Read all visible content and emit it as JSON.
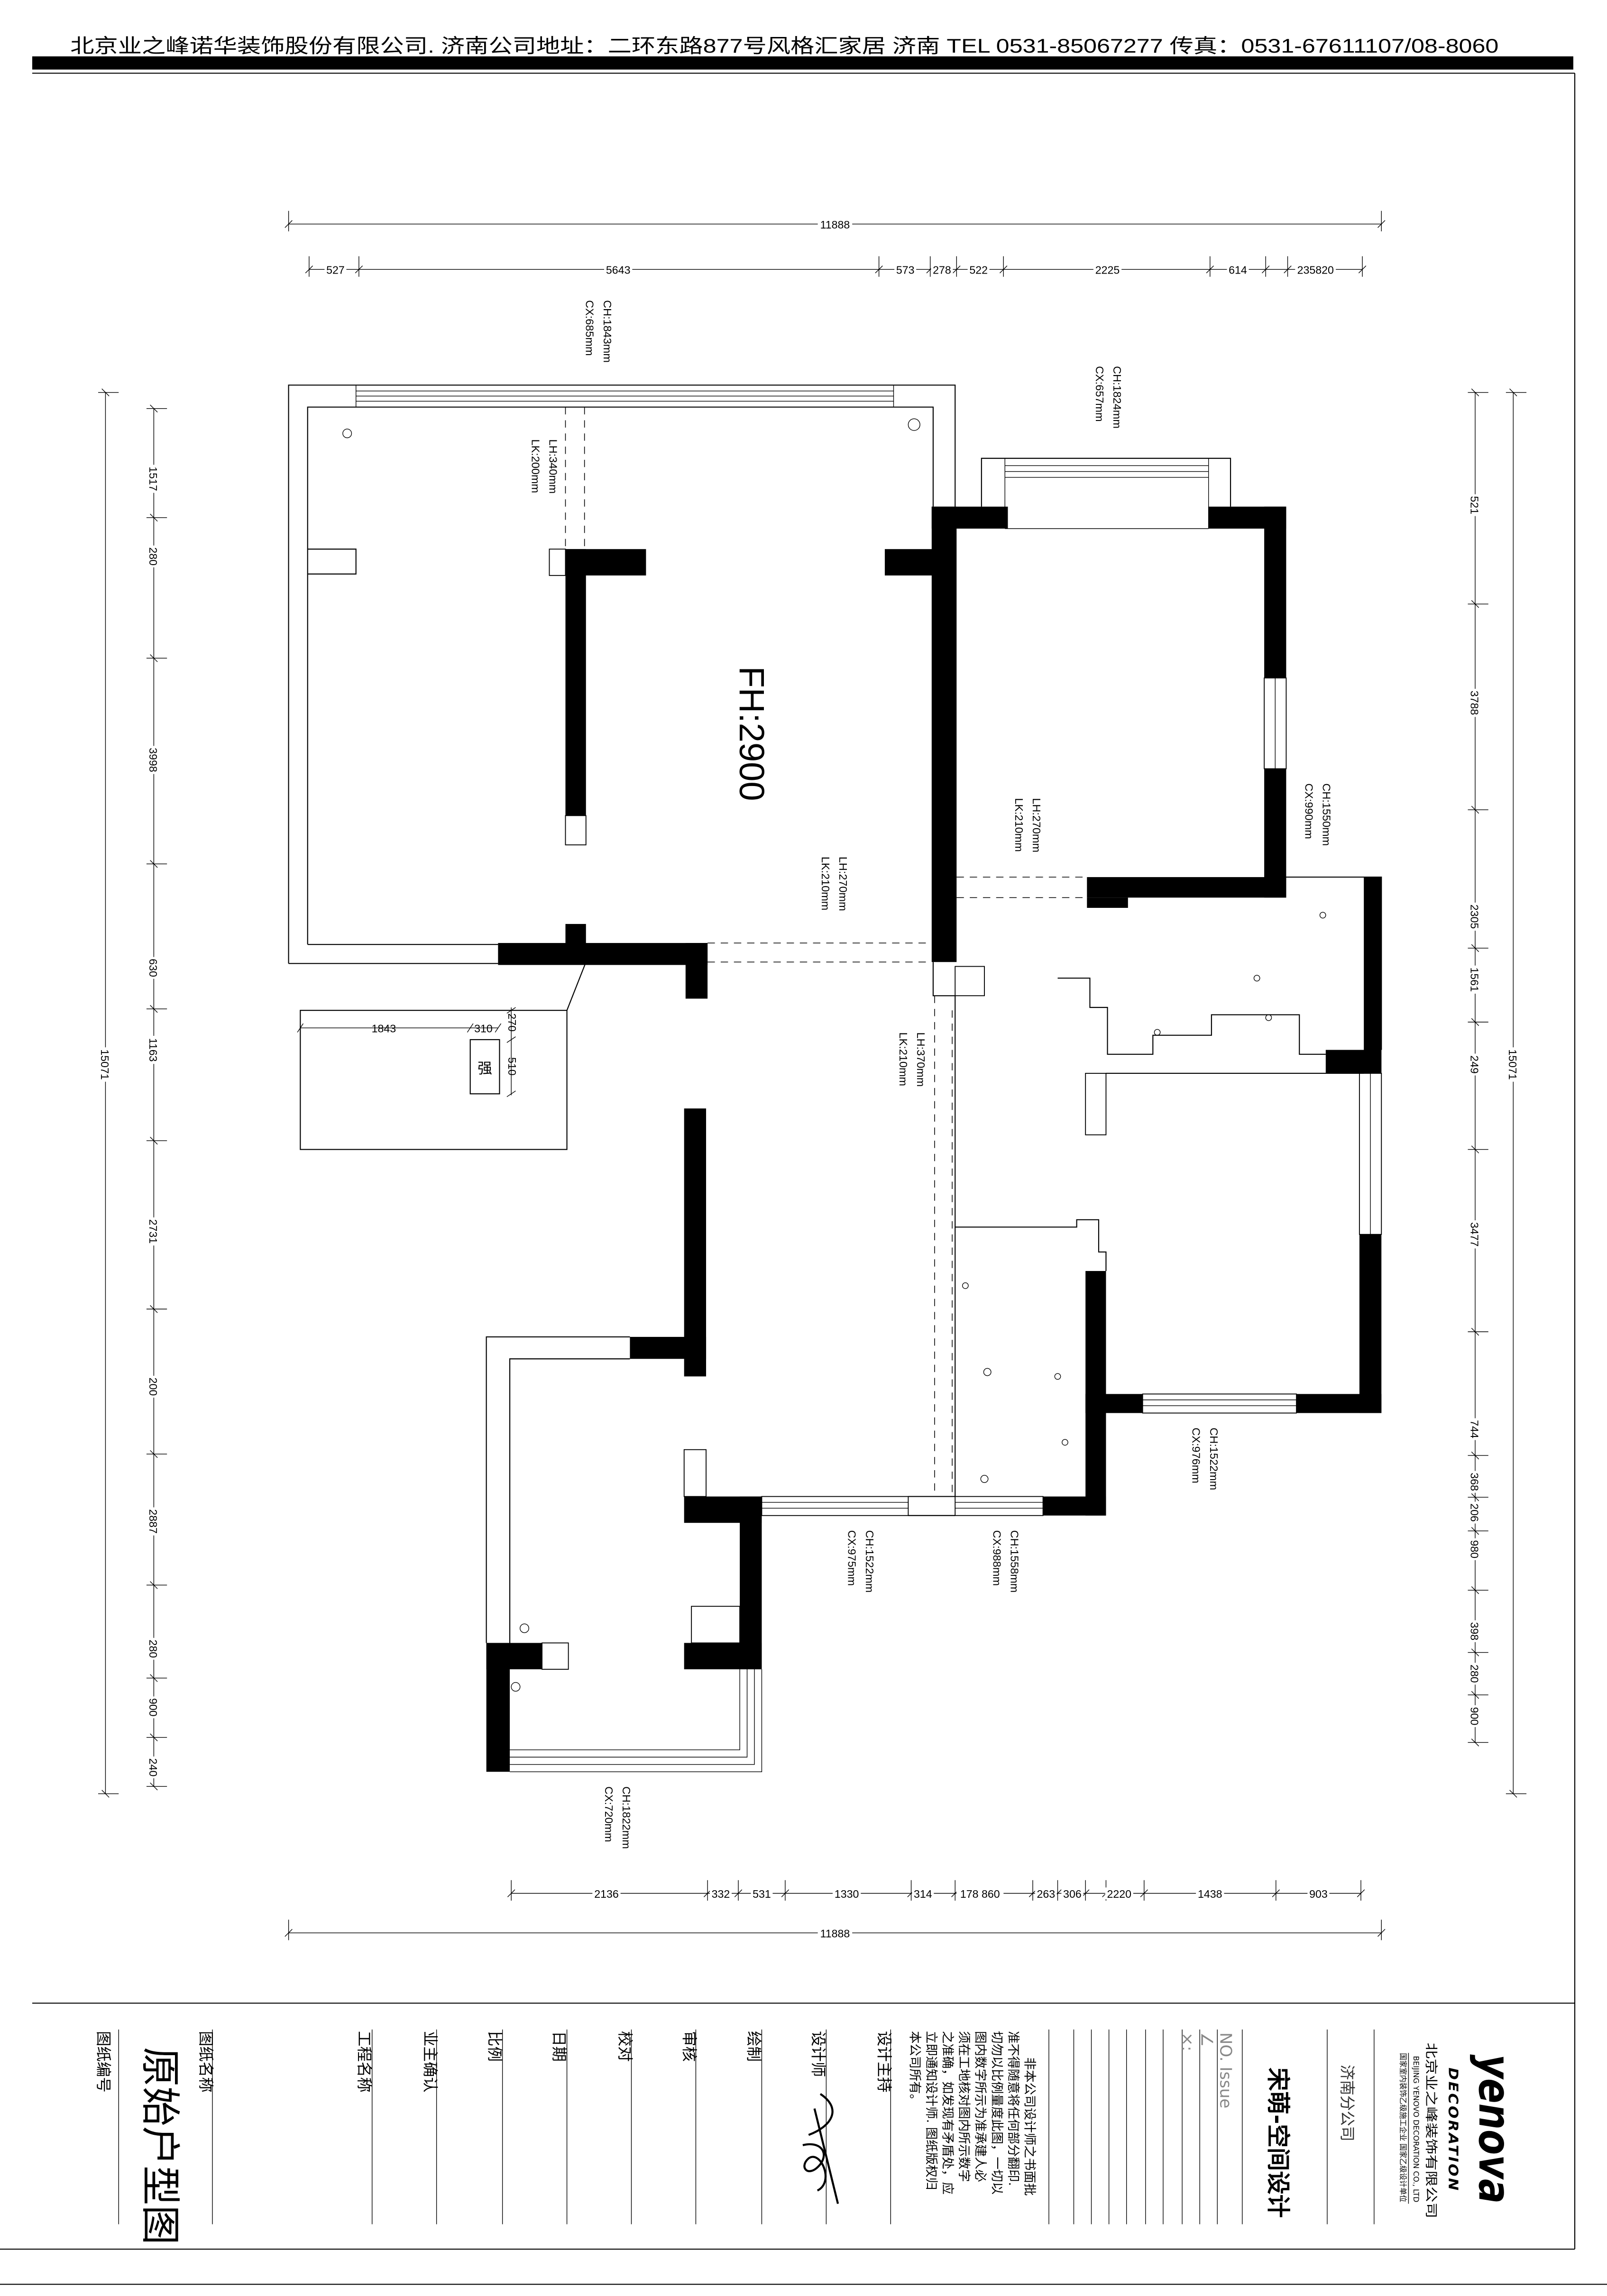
{
  "header": {
    "company_line": "北京业之峰诺华装饰股份有限公司. 济南公司地址：二环东路877号风格汇家居  济南  TEL 0531-85067277  传真：0531-67611107/08-8060"
  },
  "plan": {
    "floor_height": "FH:2900",
    "dimensions": {
      "top_total": "11888",
      "top": [
        "527",
        "5643",
        "573",
        "278",
        "522",
        "2225",
        "614",
        "235820"
      ],
      "bottom": [
        "2136",
        "332",
        "531",
        "1330",
        "314",
        "178 860",
        "263",
        "306",
        "2220",
        "1438",
        "903"
      ],
      "bottom_total": "11888",
      "left": [
        "1517",
        "280",
        "3998",
        "630",
        "1163",
        "2731",
        "200",
        "2887",
        "280",
        "900",
        "240"
      ],
      "left_total": "15071",
      "right": [
        "521",
        "3788",
        "2305",
        "1561",
        "249",
        "3477",
        "744",
        "368",
        "206",
        "980",
        "398",
        "280",
        "900"
      ],
      "right_total": "15071"
    },
    "openings": [
      {
        "line1": "CH:1843mm",
        "line2": "CX:685mm"
      },
      {
        "line1": "CH:1824mm",
        "line2": "CX:657mm"
      },
      {
        "line1": "LH:340mm",
        "line2": "LK:200mm"
      },
      {
        "line1": "LH:270mm",
        "line2": "LK:210mm"
      },
      {
        "line1": "LH:270mm",
        "line2": "LK:210mm"
      },
      {
        "line1": "LH:370mm",
        "line2": "LK:210mm"
      },
      {
        "line1": "CH:1550mm",
        "line2": "CX:990mm"
      },
      {
        "line1": "CH:1522mm",
        "line2": "CX:976mm"
      },
      {
        "line1": "CH:1522mm",
        "line2": "CX:975mm"
      },
      {
        "line1": "CH:1558mm",
        "line2": "CX:988mm"
      },
      {
        "line1": "CH:1822mm",
        "line2": "CX:720mm"
      }
    ],
    "electric_box": {
      "label": "强",
      "width_offset": "1843",
      "width": "310",
      "top_offset": "270",
      "height": "510"
    }
  },
  "title_block": {
    "drawing_number_label": "图纸编号",
    "drawing_title": "原始户型图",
    "drawing_name_label": "图纸名称",
    "project_name_label": "工程名称",
    "owner_confirm_label": "业主确认",
    "scale_label": "比例",
    "date_label": "日期",
    "proofread_label": "校对",
    "review_label": "审核",
    "drawn_by_label": "绘制",
    "designer_label": "设计师",
    "design_lead_label": "设计主持",
    "notice_lines": [
      "非本公司设计师之书面批",
      "准不得随意将任何部分翻印.",
      "切勿以比例量度此图，一切以",
      "图内数字所示为准承建人必",
      "须在工地核对图内所示数字",
      "之准确，如发现有矛盾处，应",
      "立即通知设计师. 图纸版权归",
      "本公司所有。"
    ],
    "issue_no": "NO.   Issue",
    "issue_mark": "∠",
    "issue_x": "×:",
    "studio": "宋萌-空间设计",
    "branch": "济南分公司",
    "logo_word": "yenova",
    "logo_sub": "DECORATION",
    "company_cn": "北京业之峰装饰有限公司",
    "company_en": "BEIJING YENOVO DECORATION CO., LTD",
    "qualification": "国家室内装饰乙级施工企业  国家乙级设计单位"
  }
}
